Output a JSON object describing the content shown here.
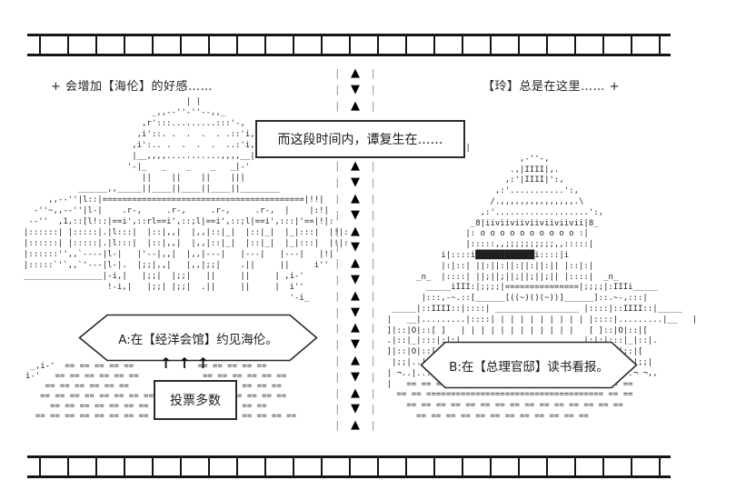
{
  "page": {
    "background": "#ffffff",
    "ink": "#1a1a1a",
    "pipe_color": "#8f8f8f"
  },
  "notes": {
    "left": "+ 会增加【海伦】的好感……",
    "right": "【玲】总是在这里…… +"
  },
  "speech_box": {
    "text": "而这段时间内，谭复生在……"
  },
  "options": {
    "a": {
      "label": "A:在【经洋会馆】约见海伦。"
    },
    "b": {
      "label": "B:在【总理官邸】读书看报。"
    }
  },
  "vote": {
    "arrows": "↑↑↑",
    "label": "投票多数"
  },
  "divider": {
    "pipe": "|",
    "top_pattern": [
      "▲",
      "▼",
      "▲"
    ],
    "bottom_pattern": [
      "▲",
      "▼",
      "▲",
      "▼",
      "▲",
      "▼",
      "▲",
      "▼",
      "▲",
      "▼",
      "▲",
      "▼",
      "▲",
      "▼",
      "▲",
      "▼",
      "▲"
    ]
  },
  "art": {
    "left_building": "                                 | |\n                          _,,--''-''--,,_\n                        ,r':::.........:::'-,\n                       ,i'::. .  .  .  . .::'i,\n                      ,i':.. .  .  .  .  ..:'i,\n                      |__,,,,...........,,,,__|\n                     '-|_   _    _    _   _|-'\n                        ||    ||    ||    |||\n           ______,,_____||____||____||____||________\n     ,,--''|l::|=========================================|!!|\n  -''~,,--''|l-|    .r-,     .r-,     .r-,     .r-,  |    |:!|\n --''  ,1,::[l!::|==i',::rl==i',::;l|==i',::;l|==i',:::|'==|!|:\n|::::::| |:::::|.|l:::|  |::|,,|  |,,|::|_|  |::|_|  |_|:::|  |!|:\n|::::::| |:::::|.|l:::|  |::|,,|  |,,|::|_|  |::|_|  |_|:::|  |!|:\n|::::::'',,`----|l-|   |'--|,,|  |,,|---|   |---|   |---|   |!|\n|:::::`'`,,`'---|l-|.  |;;|,,|   |,,|;;|    .||     ||     i''\n________________|-i,|   |;;|  |;;|   ||     ||     | ,i-'\n                 !-i,|   |;;| |;;|  .||     ||     |  i''\n                                                      '-i_",
    "right_building": "            ________|\n                               ,-''-,\n                             .,|IIII|,.\n                            ,:'|IIII|':,\n                          ,:'...........':,\n                         /.,,,,,,,,,,,,,,,.\\\n                       ,:'...................':,\n                     _8|iiviiviiviiviiviivii|8_\n                    |: o o o o o o o o o o :|\n                    |:::::,,;;;;;;;;;;,,:::::|\n               i|::::i████████████i::::|i\n               |:|::| ||:||:||:||:||:|| |::|:|\n          _n_  |::::| ||;||;||;||;||;|| |::::|  _n_\n            _____iIII:|;;;;|===============|;;;;|:IIIi_____\n           |:::,-~.::[______[((~)()(~))]______]::.~-,:::|\n     _____|::IIII::|::::| _________________ |::::|::IIII::|_____\n    |   __|.........|::::| | | | | | | | | | |::::|.........|__   |\n    ]|::|O|::[ ]   | | | | | | | | | | | |   [ ]::|O|::|[\n    .|::|_|:::|:|:|                         |:|:|:::|_|::|.\n    ]|::|O|::[ ]                            [ ]::|O|::|[\n     |;;|..|.....|..| | | | | | | | | | | |..|.....|..|;;|\n    | ¬..|.......|/ . _________________ . \\|.......|..¬ ¬,,\n    |   == == ==============================  == == ==\n      == == ==================================== == ==\n        == == == == == == == == == == == == == == ==\n          == == == == == == == == == == == ==",
    "left_ground": " _,i-'  == == == == ==             == == == == ==\ni-'   == == == == == ==             == == == == == ==\n    == == == == == ==      == ==      == == == == ==\n   == == == == == == == == == == == == == == == == ==\n     == == == == == == == == == == == == == == ==\n  == == == == == == == == == == == == == == == == == =="
  }
}
